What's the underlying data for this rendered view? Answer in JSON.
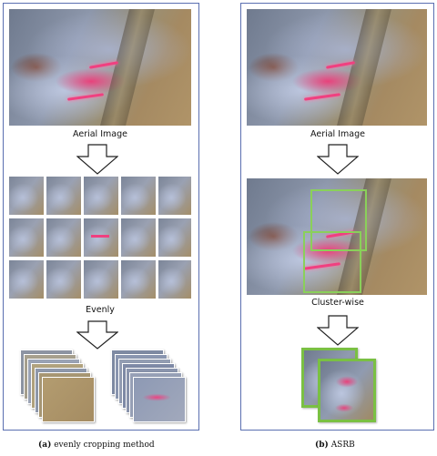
{
  "panels": {
    "left": {
      "top_label": "Aerial Image",
      "middle_label": "Evenly",
      "caption_tag": "(a)",
      "caption_text": "evenly cropping method"
    },
    "right": {
      "top_label": "Aerial Image",
      "middle_label": "Cluster-wise",
      "caption_tag": "(b)",
      "caption_text": "ASRB"
    }
  },
  "colors": {
    "panel_border": "#5a6fb0",
    "cluster_box": "#8ad05a",
    "crop_border": "#7ac043",
    "fire": "#f04080"
  }
}
